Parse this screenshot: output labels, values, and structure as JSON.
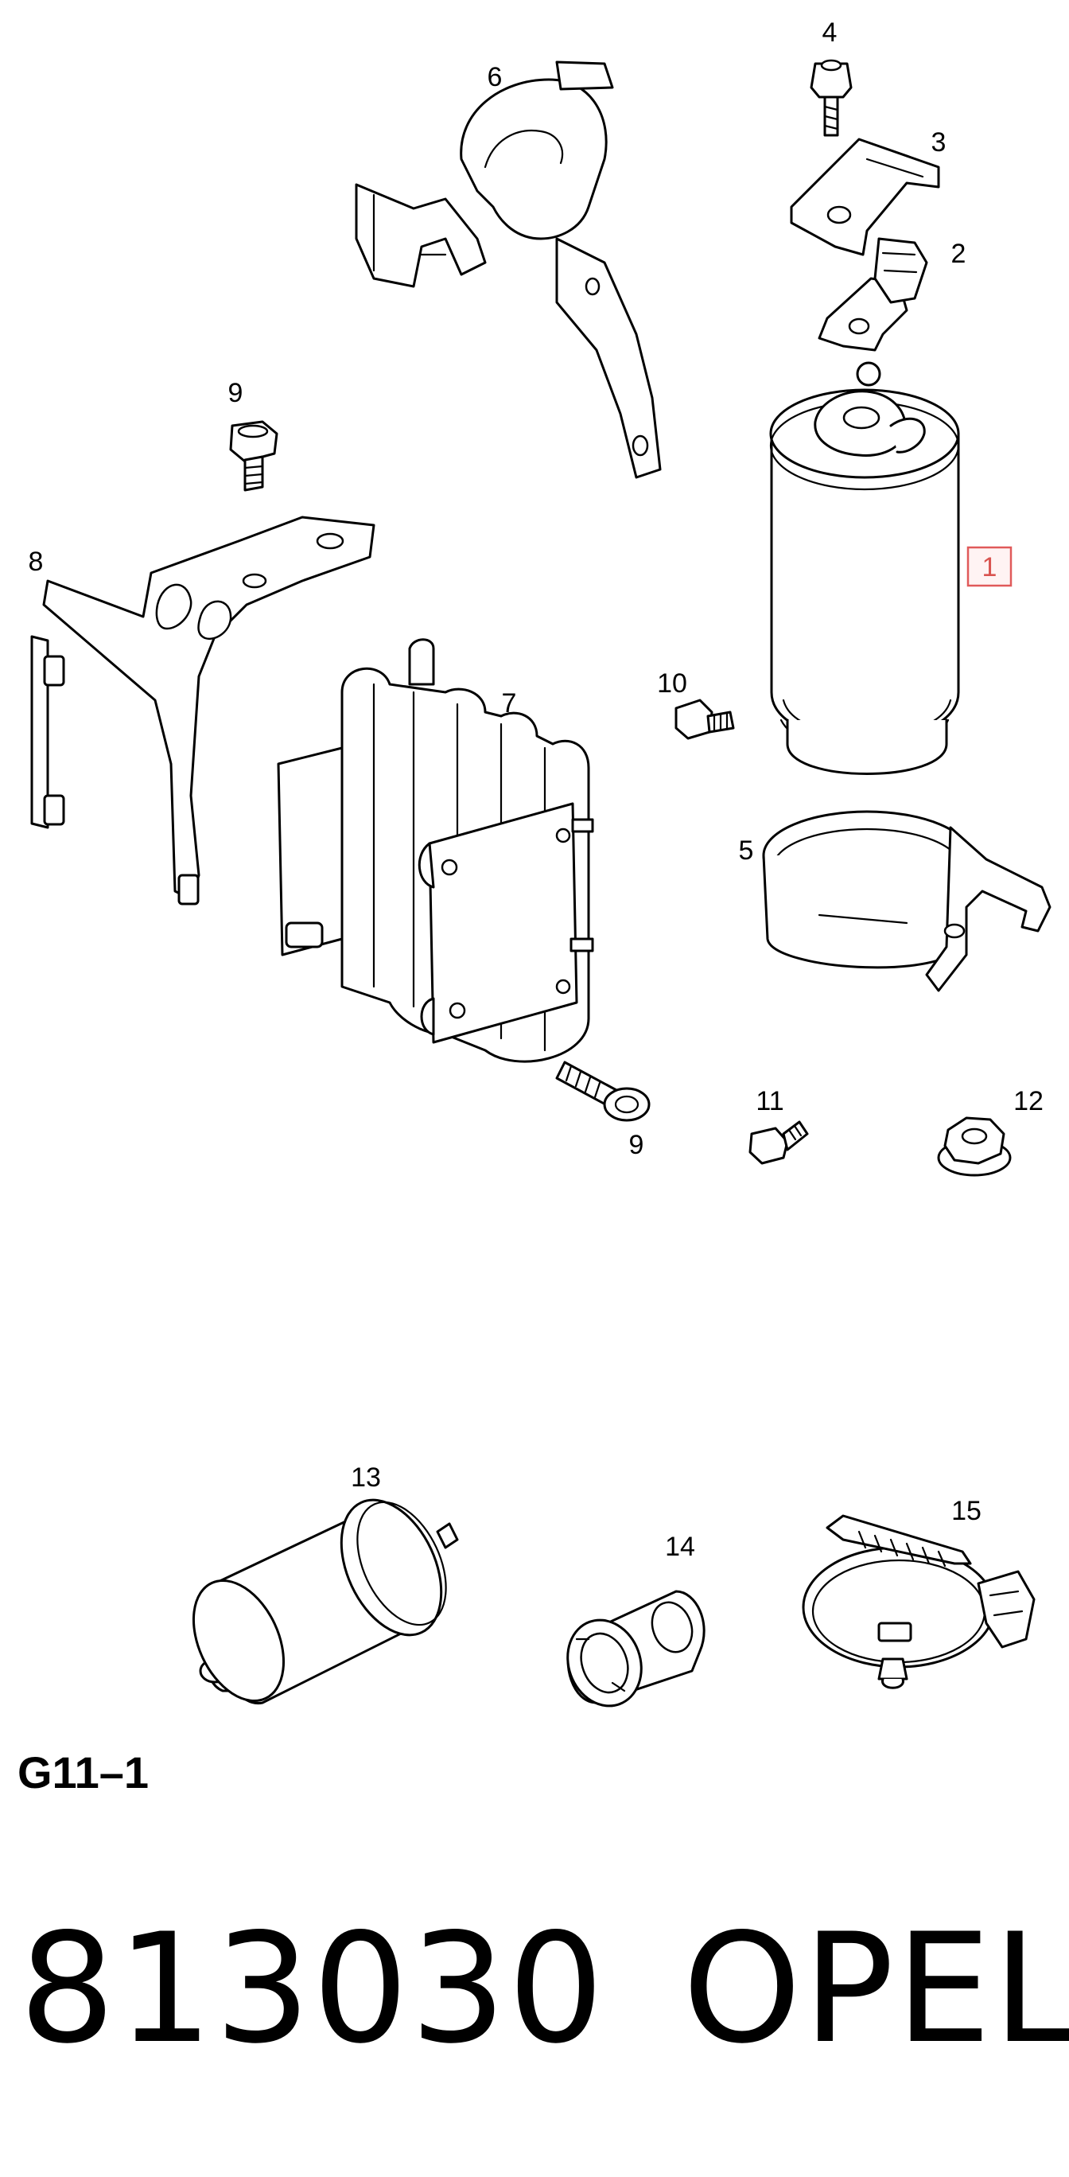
{
  "diagram": {
    "callouts": [
      {
        "id": "1",
        "label": "1"
      },
      {
        "id": "2",
        "label": "2"
      },
      {
        "id": "3",
        "label": "3"
      },
      {
        "id": "4",
        "label": "4"
      },
      {
        "id": "5",
        "label": "5"
      },
      {
        "id": "6",
        "label": "6"
      },
      {
        "id": "7",
        "label": "7"
      },
      {
        "id": "8",
        "label": "8"
      },
      {
        "id": "9a",
        "label": "9"
      },
      {
        "id": "9b",
        "label": "9"
      },
      {
        "id": "10",
        "label": "10"
      },
      {
        "id": "11",
        "label": "11"
      },
      {
        "id": "12",
        "label": "12"
      },
      {
        "id": "13",
        "label": "13"
      },
      {
        "id": "14",
        "label": "14"
      },
      {
        "id": "15",
        "label": "15"
      }
    ],
    "highlighted_callout": "1",
    "highlight_color": "#e05a5a",
    "code": "G11–1"
  },
  "footer": {
    "part_number": "813030",
    "brand": "OPEL"
  }
}
